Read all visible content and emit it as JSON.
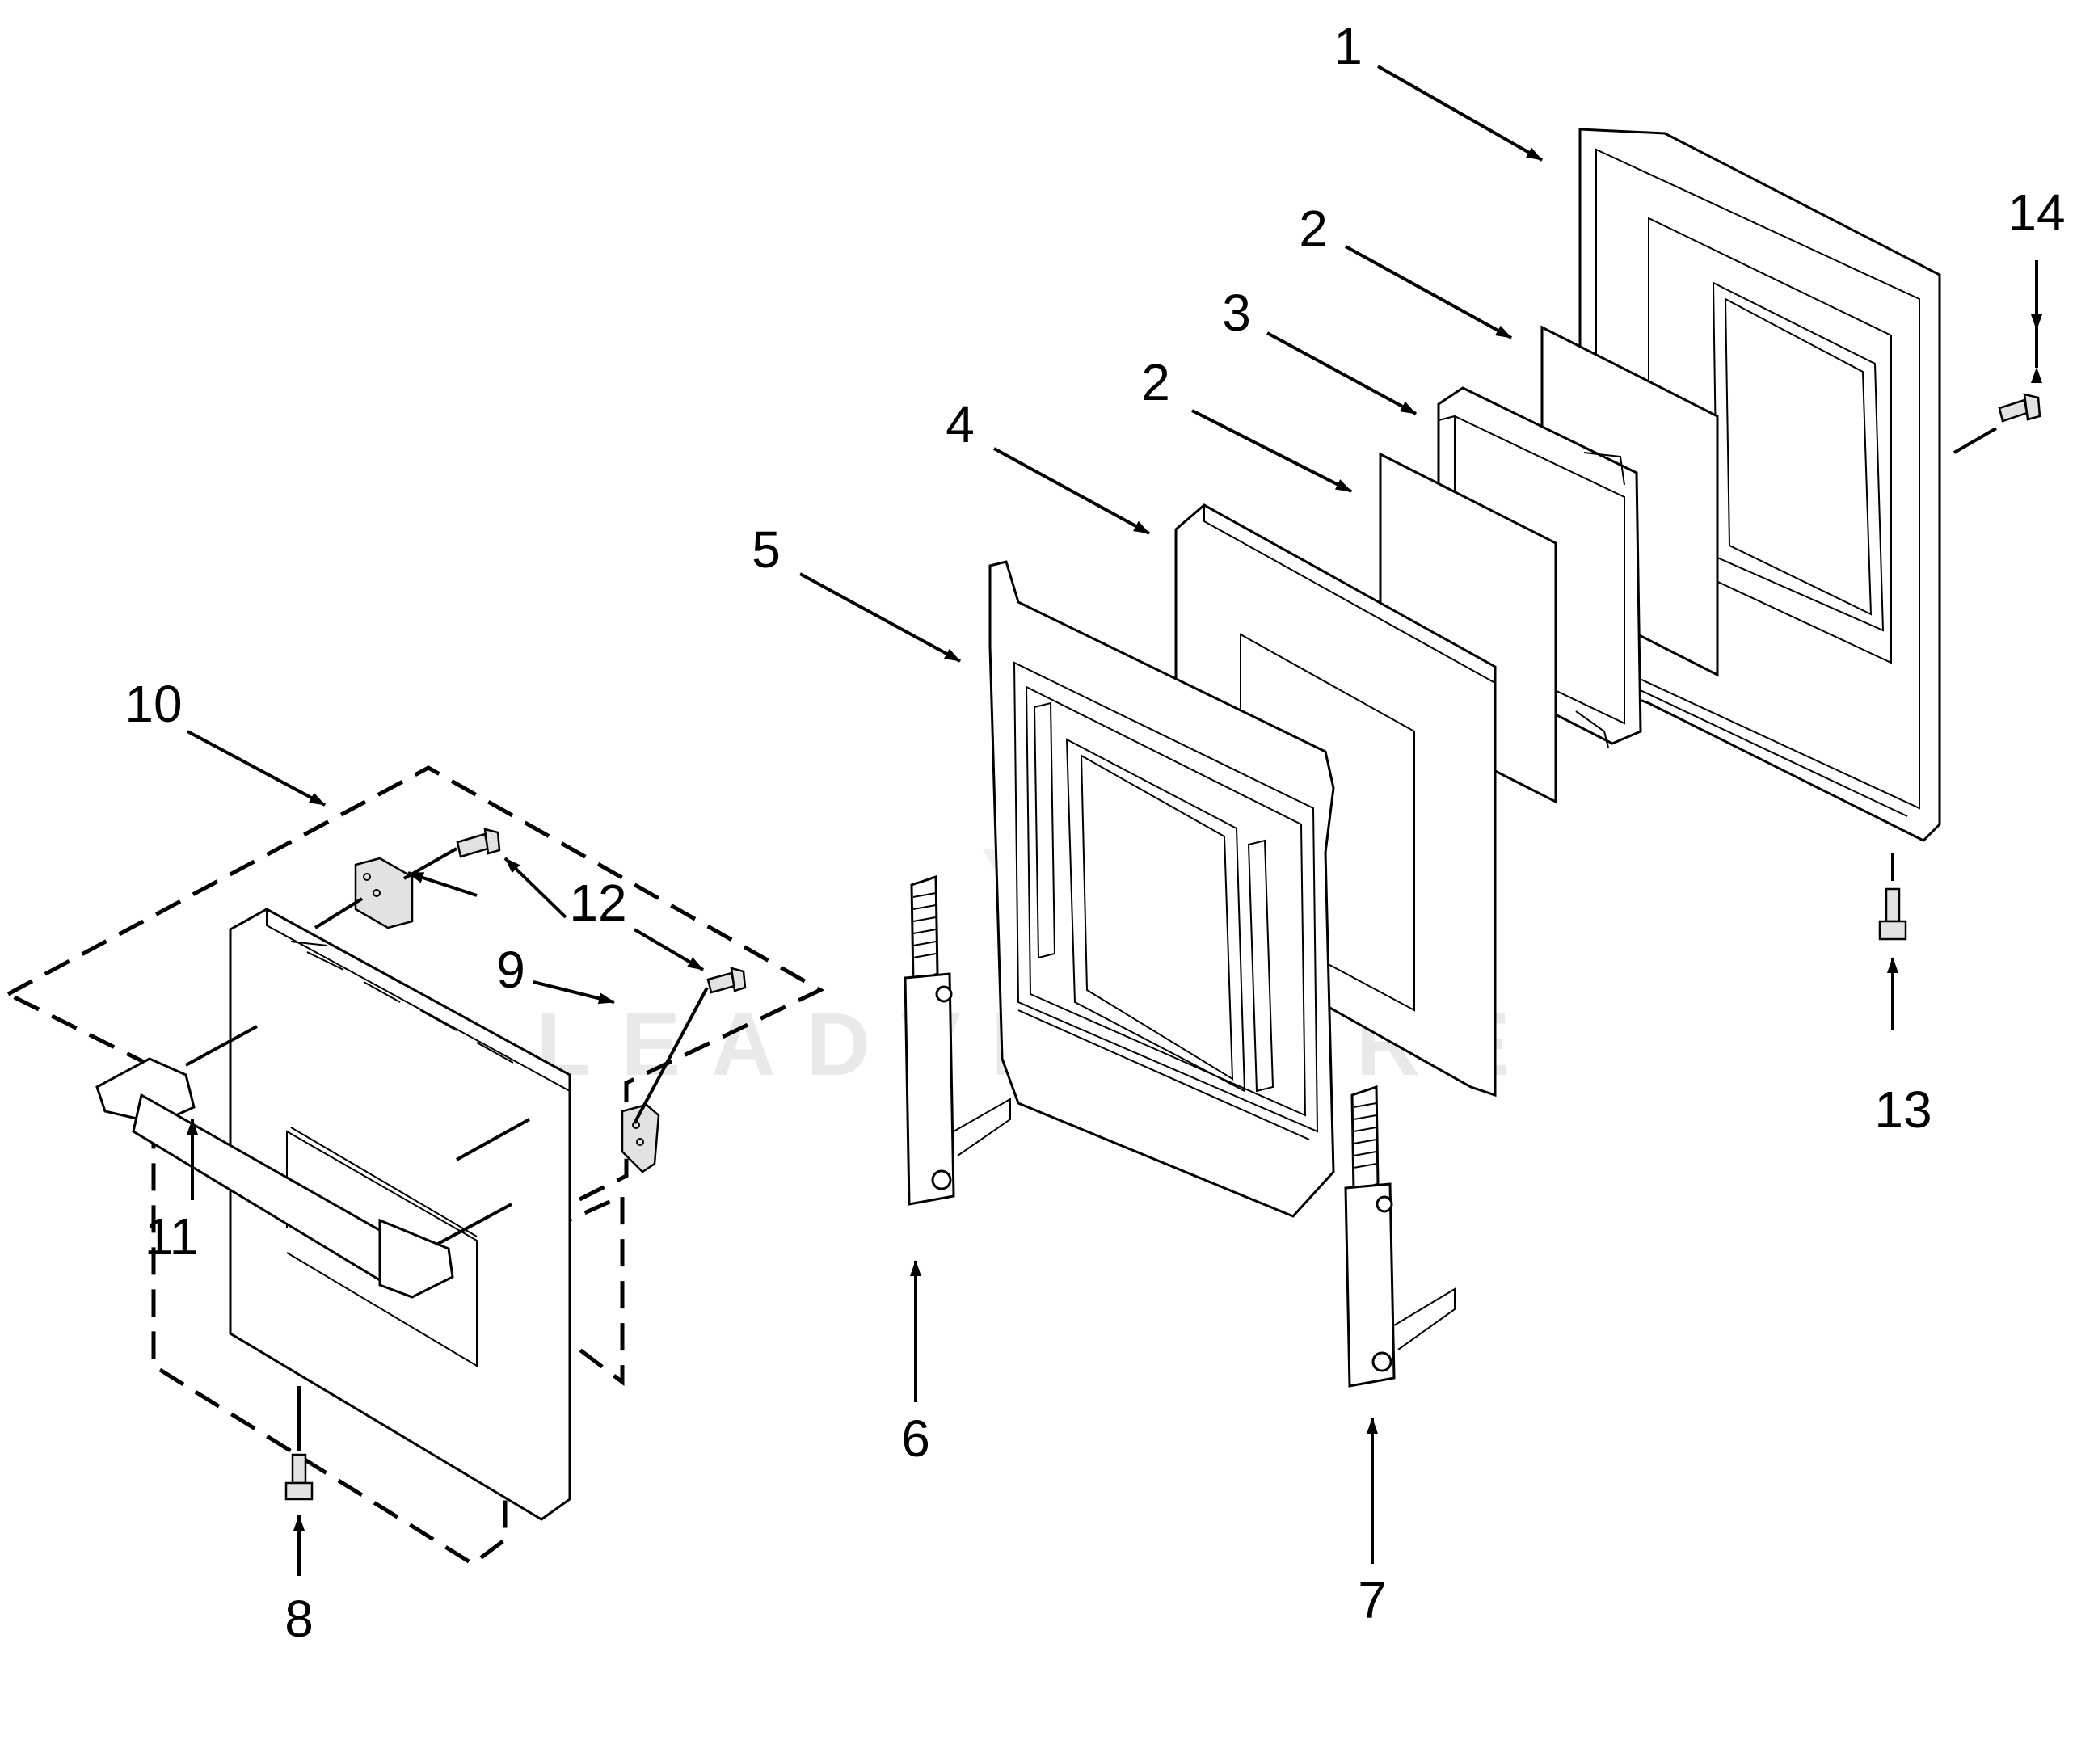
{
  "watermark": "LEADVENTURE",
  "callouts": [
    {
      "id": "1",
      "label": "1"
    },
    {
      "id": "2a",
      "label": "2"
    },
    {
      "id": "3",
      "label": "3"
    },
    {
      "id": "2b",
      "label": "2"
    },
    {
      "id": "4",
      "label": "4"
    },
    {
      "id": "5",
      "label": "5"
    },
    {
      "id": "6",
      "label": "6"
    },
    {
      "id": "7",
      "label": "7"
    },
    {
      "id": "8",
      "label": "8"
    },
    {
      "id": "9",
      "label": "9"
    },
    {
      "id": "10",
      "label": "10"
    },
    {
      "id": "11",
      "label": "11"
    },
    {
      "id": "12",
      "label": "12"
    },
    {
      "id": "13",
      "label": "13"
    },
    {
      "id": "14",
      "label": "14"
    }
  ]
}
